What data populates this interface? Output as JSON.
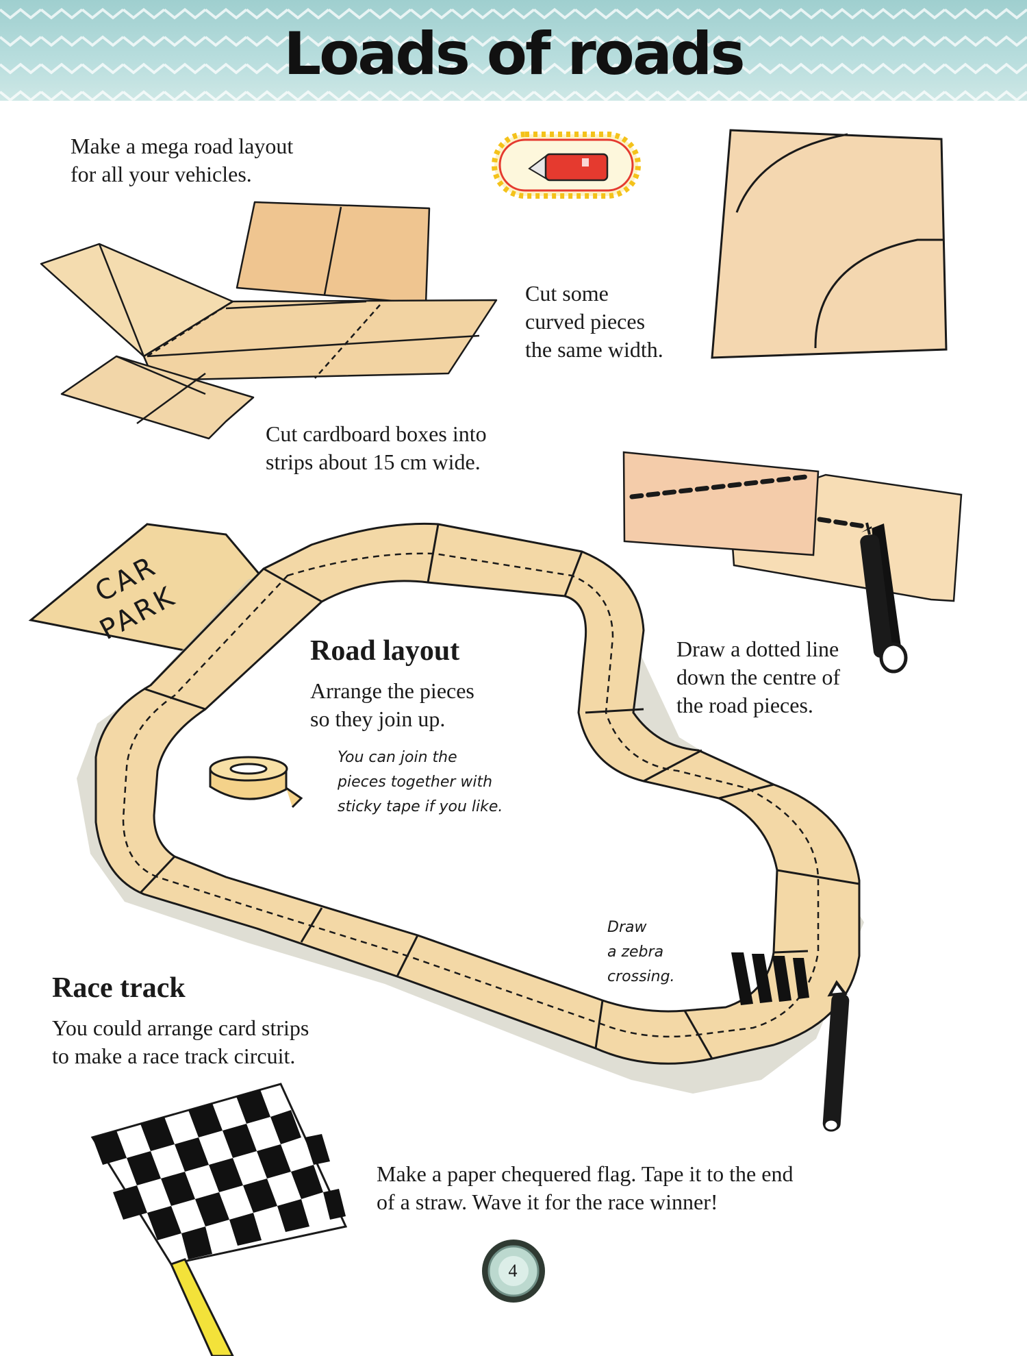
{
  "page": {
    "title": "Loads of roads",
    "page_number": "4"
  },
  "intro": {
    "line1": "Make a mega road layout",
    "line2": "for all your vehicles."
  },
  "step_strips": {
    "line1": "Cut cardboard boxes into",
    "line2": "strips about 15 cm wide."
  },
  "step_curves": {
    "line1": "Cut some",
    "line2": "curved pieces",
    "line3": "the same width."
  },
  "step_dotted": {
    "line1": "Draw a dotted line",
    "line2": "down the centre of",
    "line3": "the road pieces."
  },
  "road_layout": {
    "heading": "Road layout",
    "line1": "Arrange the pieces",
    "line2": "so they join up."
  },
  "tape_tip": {
    "line1": "You can join the",
    "line2": "pieces together with",
    "line3": "sticky tape if you like."
  },
  "car_park": {
    "line1": "CAR",
    "line2": "PARK"
  },
  "zebra_tip": {
    "line1": "Draw",
    "line2": "a zebra",
    "line3": "crossing."
  },
  "race_track": {
    "heading": "Race track",
    "line1": "You could arrange card strips",
    "line2": "to make a race track circuit."
  },
  "flag_tip": {
    "line1": "Make a paper chequered flag. Tape it to the end",
    "line2": "of a straw. Wave it for the race winner!"
  },
  "colors": {
    "header_band": "#a9d6d4",
    "card": "#f1d6a4",
    "card_dark": "#e9bf86",
    "knife_handle": "#e53a2f",
    "knife_badge_ring": "#f4c21a",
    "flag_pole": "#f3e23a"
  },
  "icons": {
    "knife": "craft-knife-icon",
    "tape": "sticky-tape-icon",
    "pen": "marker-pen-icon",
    "flag": "chequered-flag-icon",
    "page_badge": "wheel-icon"
  }
}
